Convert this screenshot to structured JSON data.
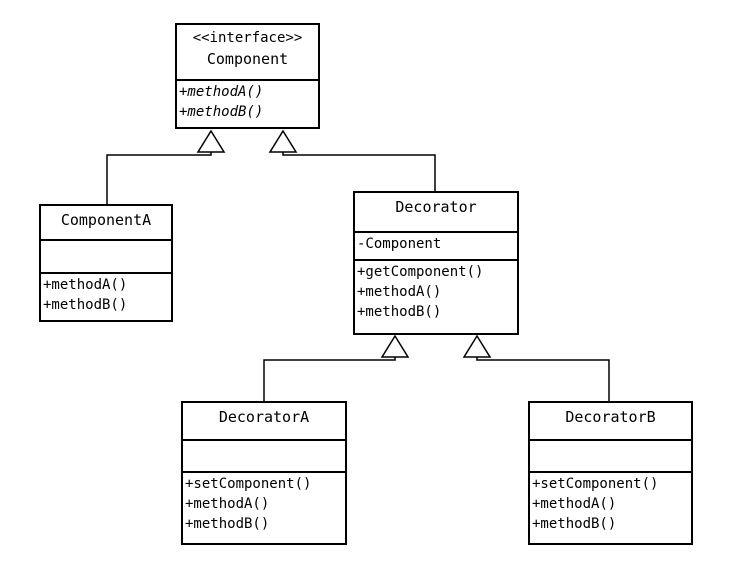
{
  "classes": {
    "component": {
      "stereotype": "<<interface>>",
      "name": "Component",
      "methods": [
        "+methodA()",
        "+methodB()"
      ]
    },
    "componentA": {
      "name": "ComponentA",
      "methods": [
        "+methodA()",
        "+methodB()"
      ]
    },
    "decorator": {
      "name": "Decorator",
      "attributes": [
        "-Component"
      ],
      "methods": [
        "+getComponent()",
        "+methodA()",
        "+methodB()"
      ]
    },
    "decoratorA": {
      "name": "DecoratorA",
      "methods": [
        "+setComponent()",
        "+methodA()",
        "+methodB()"
      ]
    },
    "decoratorB": {
      "name": "DecoratorB",
      "methods": [
        "+setComponent()",
        "+methodA()",
        "+methodB()"
      ]
    }
  },
  "colors": {
    "line": "#000000",
    "background": "#ffffff"
  }
}
